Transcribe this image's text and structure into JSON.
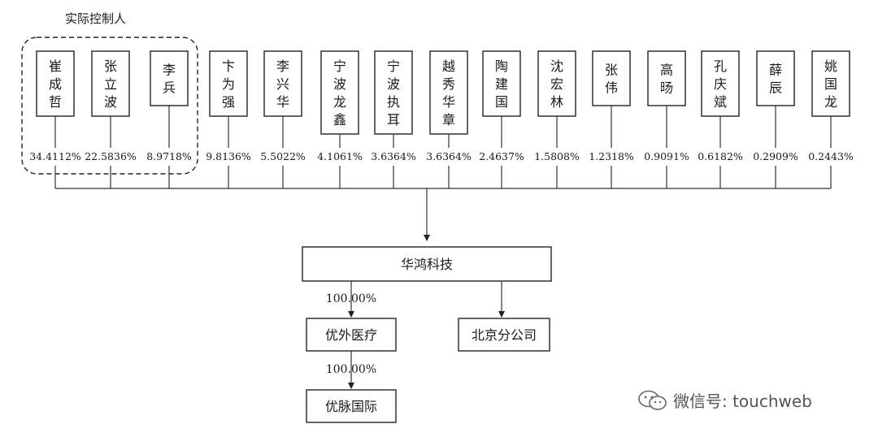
{
  "group_label": "实际控制人",
  "shareholders": [
    {
      "name": "崔成哲",
      "pct": "34.4112%"
    },
    {
      "name": "张立波",
      "pct": "22.5836%"
    },
    {
      "name": "李兵",
      "pct": "8.9718%"
    },
    {
      "name": "卞为强",
      "pct": "9.8136%"
    },
    {
      "name": "李兴华",
      "pct": "5.5022%"
    },
    {
      "name": "宁波龙鑫",
      "pct": "4.1061%"
    },
    {
      "name": "宁波执耳",
      "pct": "3.6364%"
    },
    {
      "name": "越秀华章",
      "pct": "3.6364%"
    },
    {
      "name": "陶建国",
      "pct": "2.4637%"
    },
    {
      "name": "沈宏林",
      "pct": "1.5808%"
    },
    {
      "name": "张伟",
      "pct": "1.2318%"
    },
    {
      "name": "高旸",
      "pct": "0.9091%"
    },
    {
      "name": "孔庆斌",
      "pct": "0.6182%"
    },
    {
      "name": "薛辰",
      "pct": "0.2909%"
    },
    {
      "name": "姚国龙",
      "pct": "0.2443%"
    }
  ],
  "company": "华鸿科技",
  "subsidiary": {
    "name": "优外医疗",
    "pct": "100.00%"
  },
  "branch": "北京分公司",
  "sub_subsidiary": {
    "name": "优脉国际",
    "pct": "100.00%"
  },
  "watermark": "微信号: touchweb",
  "watermark_icon": "wechat-icon"
}
